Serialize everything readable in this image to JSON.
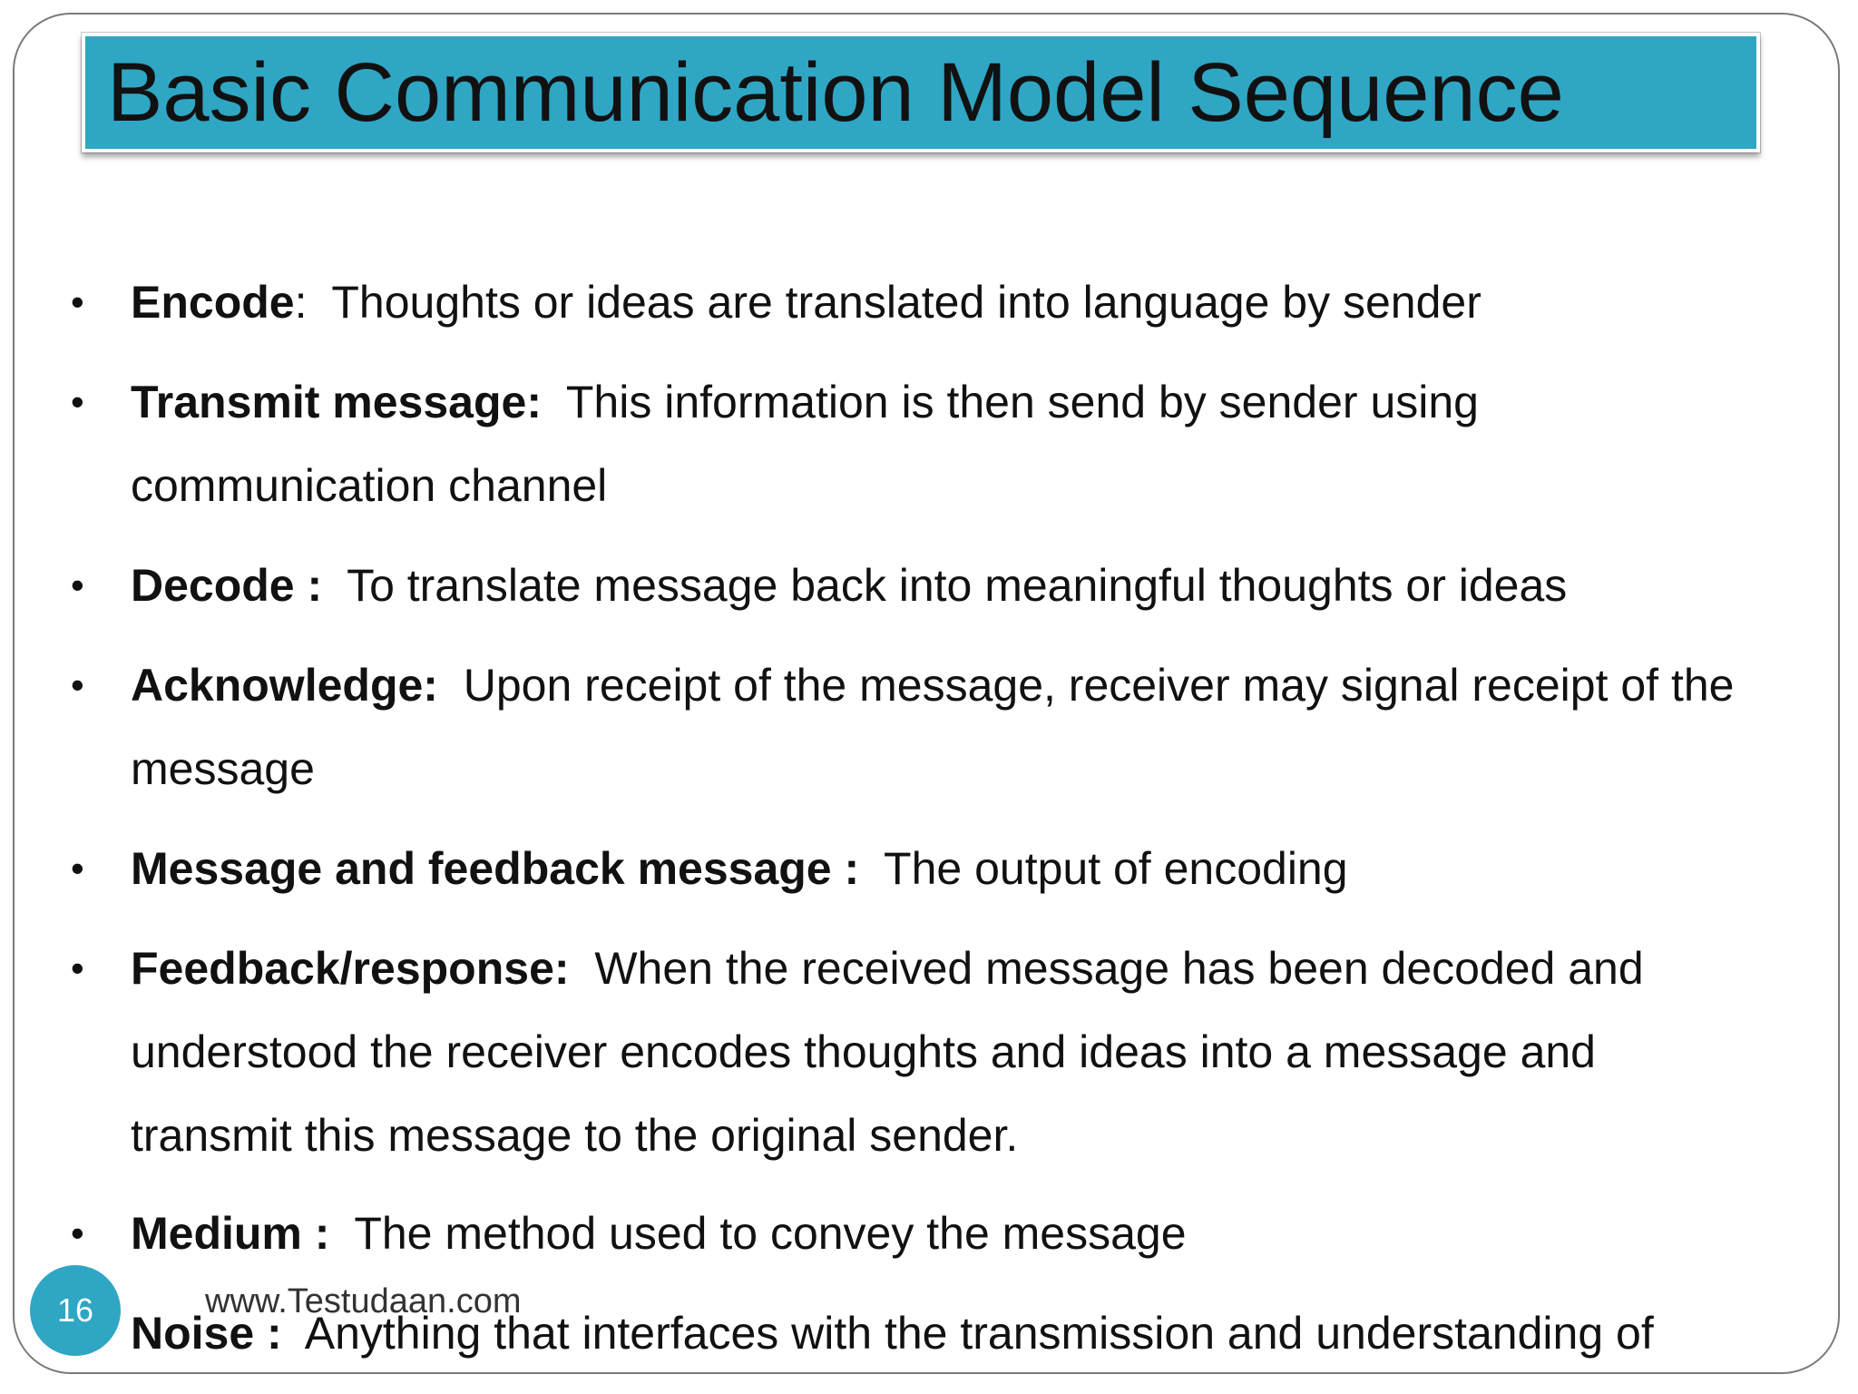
{
  "slide": {
    "title": "Basic Communication Model Sequence",
    "page_number": "16",
    "footer": "www.Testudaan.com",
    "accent_color": "#2fa6c4",
    "bullets": [
      {
        "term": "Encode",
        "sep": ":  ",
        "lines": [
          "Thoughts or ideas are translated into language by sender"
        ]
      },
      {
        "term": "Transmit message:",
        "sep": "  ",
        "lines": [
          "This information is then send by sender using",
          "communication channel"
        ]
      },
      {
        "term": "Decode :",
        "sep": "  ",
        "lines": [
          "To translate message back into meaningful thoughts or ideas"
        ]
      },
      {
        "term": "Acknowledge:",
        "sep": "  ",
        "lines": [
          "Upon receipt of the message, receiver may signal receipt of the",
          "message"
        ]
      },
      {
        "term": "Message and feedback message :",
        "sep": "  ",
        "lines": [
          "The output of encoding"
        ]
      },
      {
        "term": "Feedback/response:",
        "sep": "  ",
        "lines": [
          "When the received message has been decoded and",
          "understood the receiver encodes thoughts and ideas into a message and",
          "transmit this message to the original sender."
        ]
      },
      {
        "term": "Medium :",
        "sep": "  ",
        "lines": [
          "The method used to convey the message"
        ]
      },
      {
        "term": "Noise :",
        "sep": "  ",
        "lines": [
          "Anything that interfaces with the transmission and understanding of"
        ]
      }
    ]
  }
}
